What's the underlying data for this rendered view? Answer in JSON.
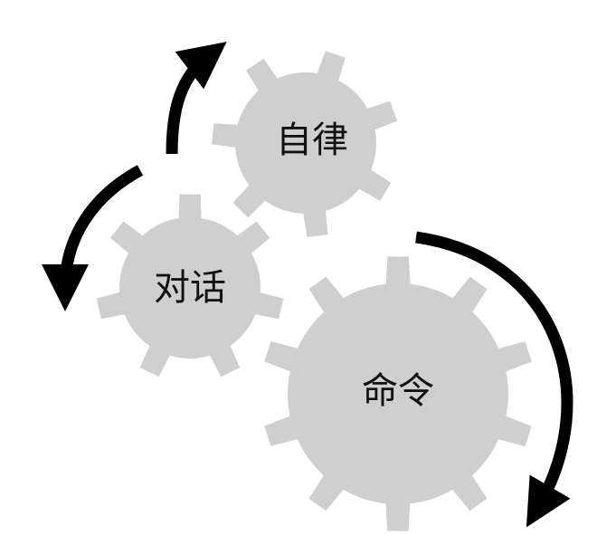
{
  "colors": {
    "gear_fill": "#cfcfcf",
    "arrow": "#000000",
    "background": "#ffffff"
  },
  "gears": [
    {
      "id": "self-discipline",
      "label": "自律"
    },
    {
      "id": "dialogue",
      "label": "对话"
    },
    {
      "id": "command",
      "label": "命令"
    }
  ],
  "arrows": [
    {
      "id": "arrow-dialogue-to-self-discipline",
      "direction": "up"
    },
    {
      "id": "arrow-toward-dialogue",
      "direction": "down-left"
    },
    {
      "id": "arrow-command-cycle",
      "direction": "down"
    }
  ]
}
